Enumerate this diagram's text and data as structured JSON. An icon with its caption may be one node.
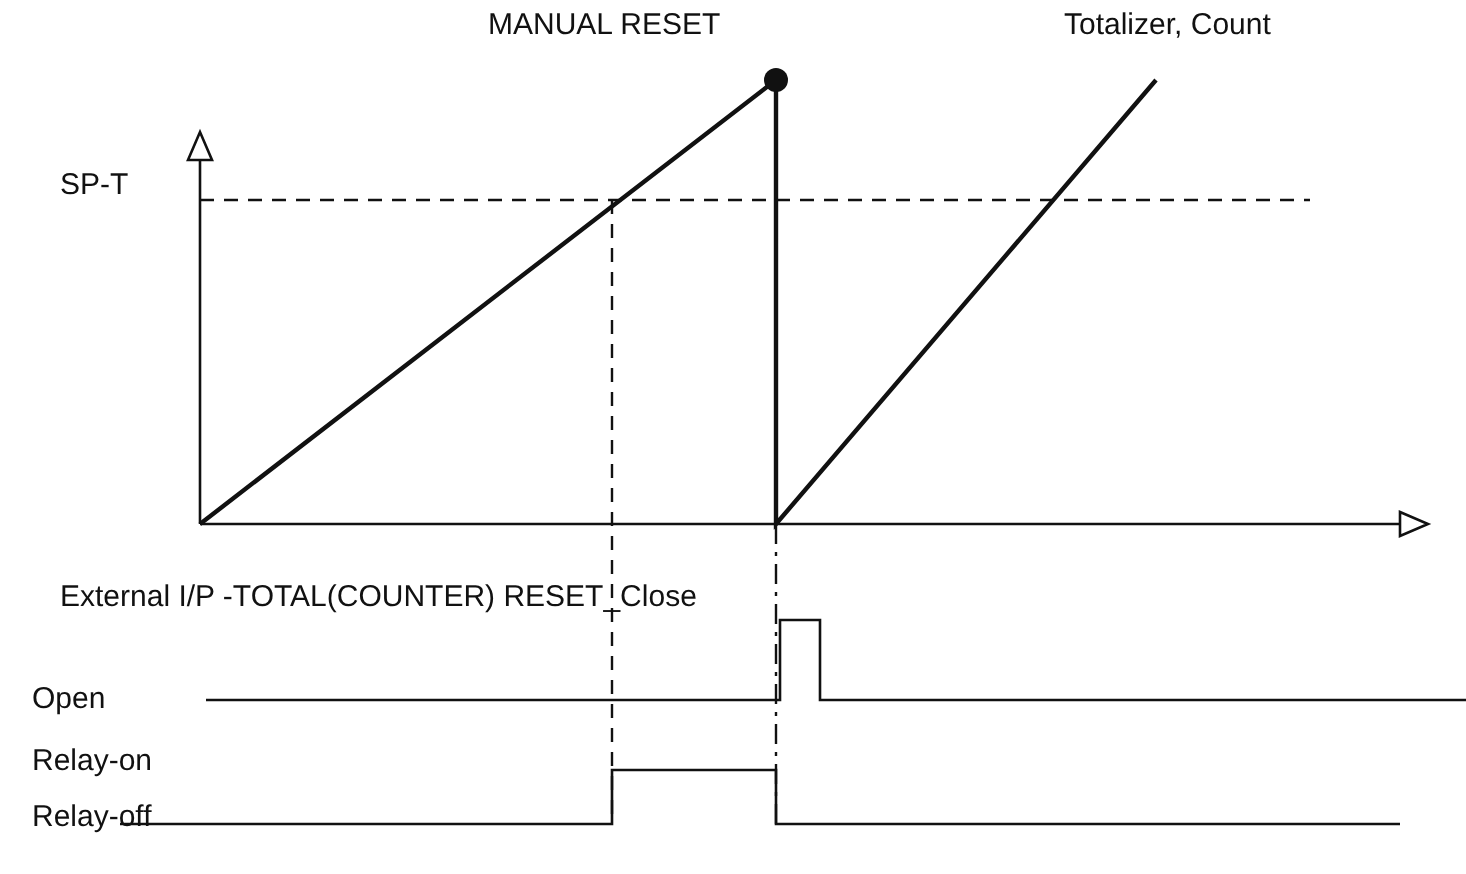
{
  "diagram": {
    "labels": [
      "MANUAL RESET",
      "Totalizer, Count",
      "SP-T",
      "External I/P -TOTAL(COUNTER) RESET_Close",
      "Open",
      "Relay-on",
      "Relay-off"
    ]
  }
}
